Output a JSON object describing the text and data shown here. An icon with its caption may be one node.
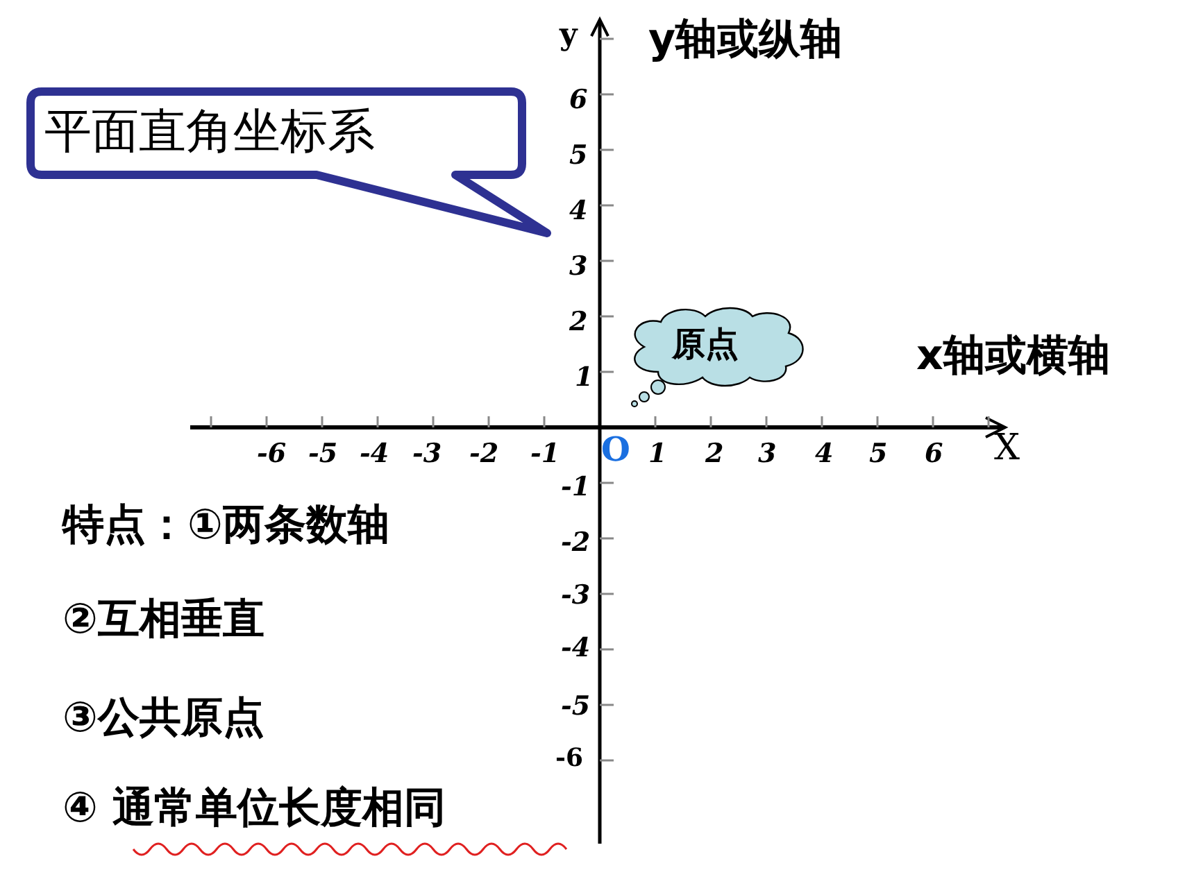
{
  "diagram": {
    "nodes": [
      {
        "text": [
          "平面直角坐标系"
        ]
      },
      {
        "text": [
          "原点"
        ]
      }
    ],
    "labels": [
      "y",
      "y轴或纵轴",
      "6",
      "5",
      "4",
      "3",
      "2",
      "1",
      "x轴或横轴",
      "-6",
      "-5",
      "-4",
      "-3",
      "-2",
      "-1",
      "O",
      "1",
      "2",
      "3",
      "4",
      "5",
      "6",
      "X",
      "-1",
      "特点：①两条数轴",
      "-2",
      "②互相垂直",
      "-3",
      "-4",
      "③公共原点",
      "-5",
      "-6",
      "④ 通常单位长度相同"
    ]
  }
}
